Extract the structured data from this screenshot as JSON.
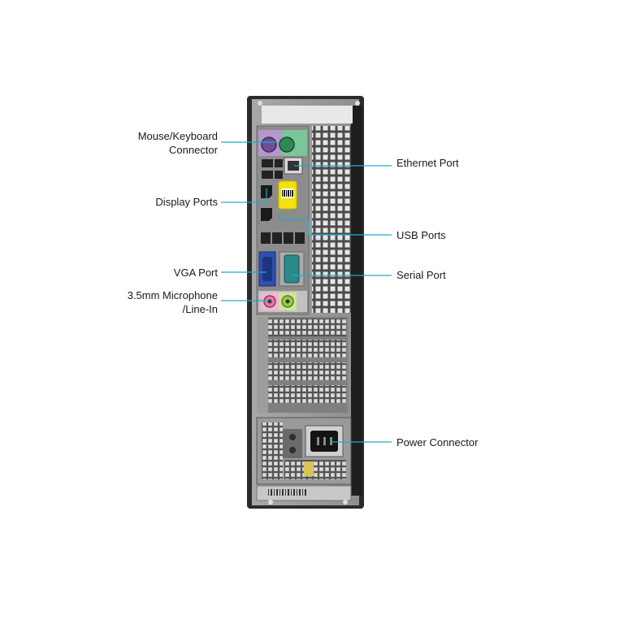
{
  "labels": {
    "mouse_keyboard": [
      "Mouse/Keyboard",
      "Connector"
    ],
    "display_ports": "Display Ports",
    "vga_port": "VGA Port",
    "microphone": [
      "3.5mm  Microphone",
      "/Line-In"
    ],
    "ethernet_port": "Ethernet Port",
    "usb_ports": "USB Ports",
    "serial_port": "Serial Port",
    "power_connector": "Power Connector"
  },
  "colors": {
    "leader_line": "#1ab0c8",
    "chassis": "#2b2b2b",
    "panel": "#9a9a9a",
    "ps2_purple": "#8a6bb0",
    "ps2_green": "#3ea36a",
    "vga_blue": "#2f4fb5",
    "serial_teal": "#2a8a8a",
    "mic_pink": "#e07aa8",
    "line_in_green": "#9ac94a",
    "sticker_yellow": "#f2e10a"
  }
}
